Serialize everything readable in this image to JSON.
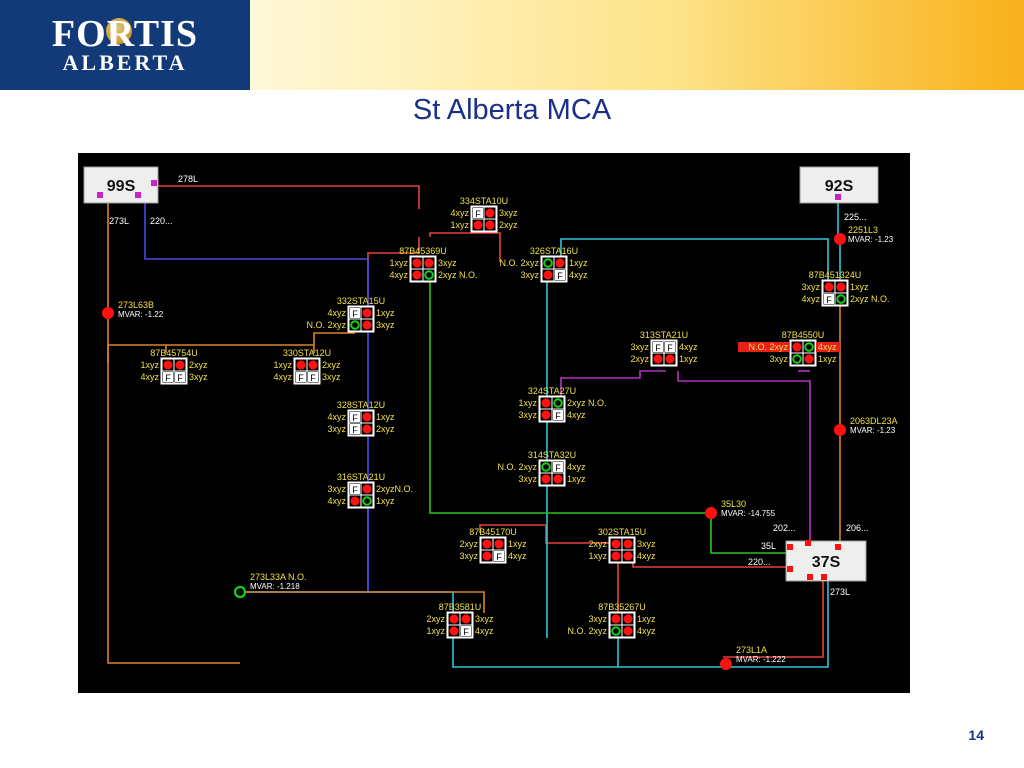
{
  "logo": {
    "line1": "FORTIS",
    "line2": "ALBERTA"
  },
  "title": "St Alberta MCA",
  "page_number": "14",
  "colors": {
    "red_line": "#e8413c",
    "blue_line": "#4a4ae6",
    "cyan_line": "#2fc4e0",
    "green_line": "#27c21f",
    "orange_line": "#d9822b",
    "purple_line": "#b632c4",
    "label": "#f0e048",
    "white_label": "#ffffff",
    "closed": "#ff1111",
    "open": "#13d013",
    "substation_bg": "#eeeeee"
  },
  "substations": [
    {
      "id": "99s",
      "name": "99S",
      "labels": [
        {
          "t": "278L"
        },
        {
          "t": "273L"
        },
        {
          "t": "220..."
        }
      ]
    },
    {
      "id": "92s",
      "name": "92S",
      "labels": [
        {
          "t": "225..."
        }
      ]
    },
    {
      "id": "37s",
      "name": "37S",
      "labels": [
        {
          "t": "202..."
        },
        {
          "t": "206..."
        },
        {
          "t": "35L"
        },
        {
          "t": "220..."
        },
        {
          "t": "273L"
        }
      ]
    }
  ],
  "switches": [
    {
      "id": "334sta10u",
      "name": "334STA10U",
      "l": [
        "4xyz",
        "1xyz"
      ],
      "r": [
        "3xyz",
        "2xyz"
      ]
    },
    {
      "id": "87b45369u",
      "name": "87B45369U",
      "l": [
        "1xyz",
        "4xyz"
      ],
      "r": [
        "3xyz",
        "2xyz N.O."
      ]
    },
    {
      "id": "326sta16u",
      "name": "326STA16U",
      "l": [
        "N.O. 2xyz",
        "3xyz"
      ],
      "r": [
        "1xyz",
        "4xyz"
      ]
    },
    {
      "id": "87b451324u",
      "name": "87B451324U",
      "l": [
        "3xyz",
        "4xyz"
      ],
      "r": [
        "1xyz",
        "2xyz N.O."
      ]
    },
    {
      "id": "332sta15u",
      "name": "332STA15U",
      "l": [
        "4xyz",
        "N.O. 2xyz"
      ],
      "r": [
        "1xyz",
        "3xyz"
      ]
    },
    {
      "id": "87b45754u",
      "name": "87B45754U",
      "l": [
        "1xyz",
        "4xyz"
      ],
      "r": [
        "2xyz",
        "3xyz"
      ]
    },
    {
      "id": "330sta12u",
      "name": "330STA12U",
      "l": [
        "1xyz",
        "4xyz"
      ],
      "r": [
        "2xyz",
        "3xyz"
      ]
    },
    {
      "id": "313sta21u",
      "name": "313STA21U",
      "l": [
        "3xyz",
        "2xyz"
      ],
      "r": [
        "4xyz",
        "1xyz"
      ]
    },
    {
      "id": "87b4550u",
      "name": "87B4550U",
      "l": [
        "N.O. 2xyz",
        "3xyz"
      ],
      "r": [
        "4xyz",
        "1xyz"
      ]
    },
    {
      "id": "324sta27u",
      "name": "324STA27U",
      "l": [
        "1xyz",
        "3xyz"
      ],
      "r": [
        "2xyz N.O.",
        "4xyz"
      ]
    },
    {
      "id": "328sta12u",
      "name": "328STA12U",
      "l": [
        "4xyz",
        "3xyz"
      ],
      "r": [
        "1xyz",
        "2xyz"
      ]
    },
    {
      "id": "314sta32u",
      "name": "314STA32U",
      "l": [
        "N.O. 2xyz",
        "3xyz"
      ],
      "r": [
        "4xyz",
        "1xyz"
      ]
    },
    {
      "id": "316sta21u",
      "name": "316STA21U",
      "l": [
        "3xyz",
        "4xyz"
      ],
      "r": [
        "2xyzN.O.",
        "1xyz"
      ]
    },
    {
      "id": "87b45170u",
      "name": "87B45170U",
      "l": [
        "2xyz",
        "3xyz"
      ],
      "r": [
        "1xyz",
        "4xyz"
      ]
    },
    {
      "id": "302sta15u",
      "name": "302STA15U",
      "l": [
        "2xyz",
        "1xyz"
      ],
      "r": [
        "3xyz",
        "4xyz"
      ]
    },
    {
      "id": "87b3581u",
      "name": "87B3581U",
      "l": [
        "2xyz",
        "1xyz"
      ],
      "r": [
        "3xyz",
        "4xyz"
      ]
    },
    {
      "id": "87b35267u",
      "name": "87B35267U",
      "l": [
        "3xyz",
        "N.O. 2xyz"
      ],
      "r": [
        "1xyz",
        "4xyz"
      ]
    }
  ],
  "line_points": [
    {
      "id": "2251l3",
      "name": "2251L3",
      "mvar": "MVAR: -1.23"
    },
    {
      "id": "273l63b",
      "name": "273L63B",
      "mvar": "MVAR: -1.22"
    },
    {
      "id": "2063dl23a",
      "name": "2063DL23A",
      "mvar": "MVAR: -1.23"
    },
    {
      "id": "35l30",
      "name": "35L30",
      "mvar": "MVAR: -14.755"
    },
    {
      "id": "273l33a",
      "name": "273L33A  N.O.",
      "mvar": "MVAR: -1.218"
    },
    {
      "id": "273l1a",
      "name": "273L1A",
      "mvar": "MVAR: -1.222"
    }
  ]
}
